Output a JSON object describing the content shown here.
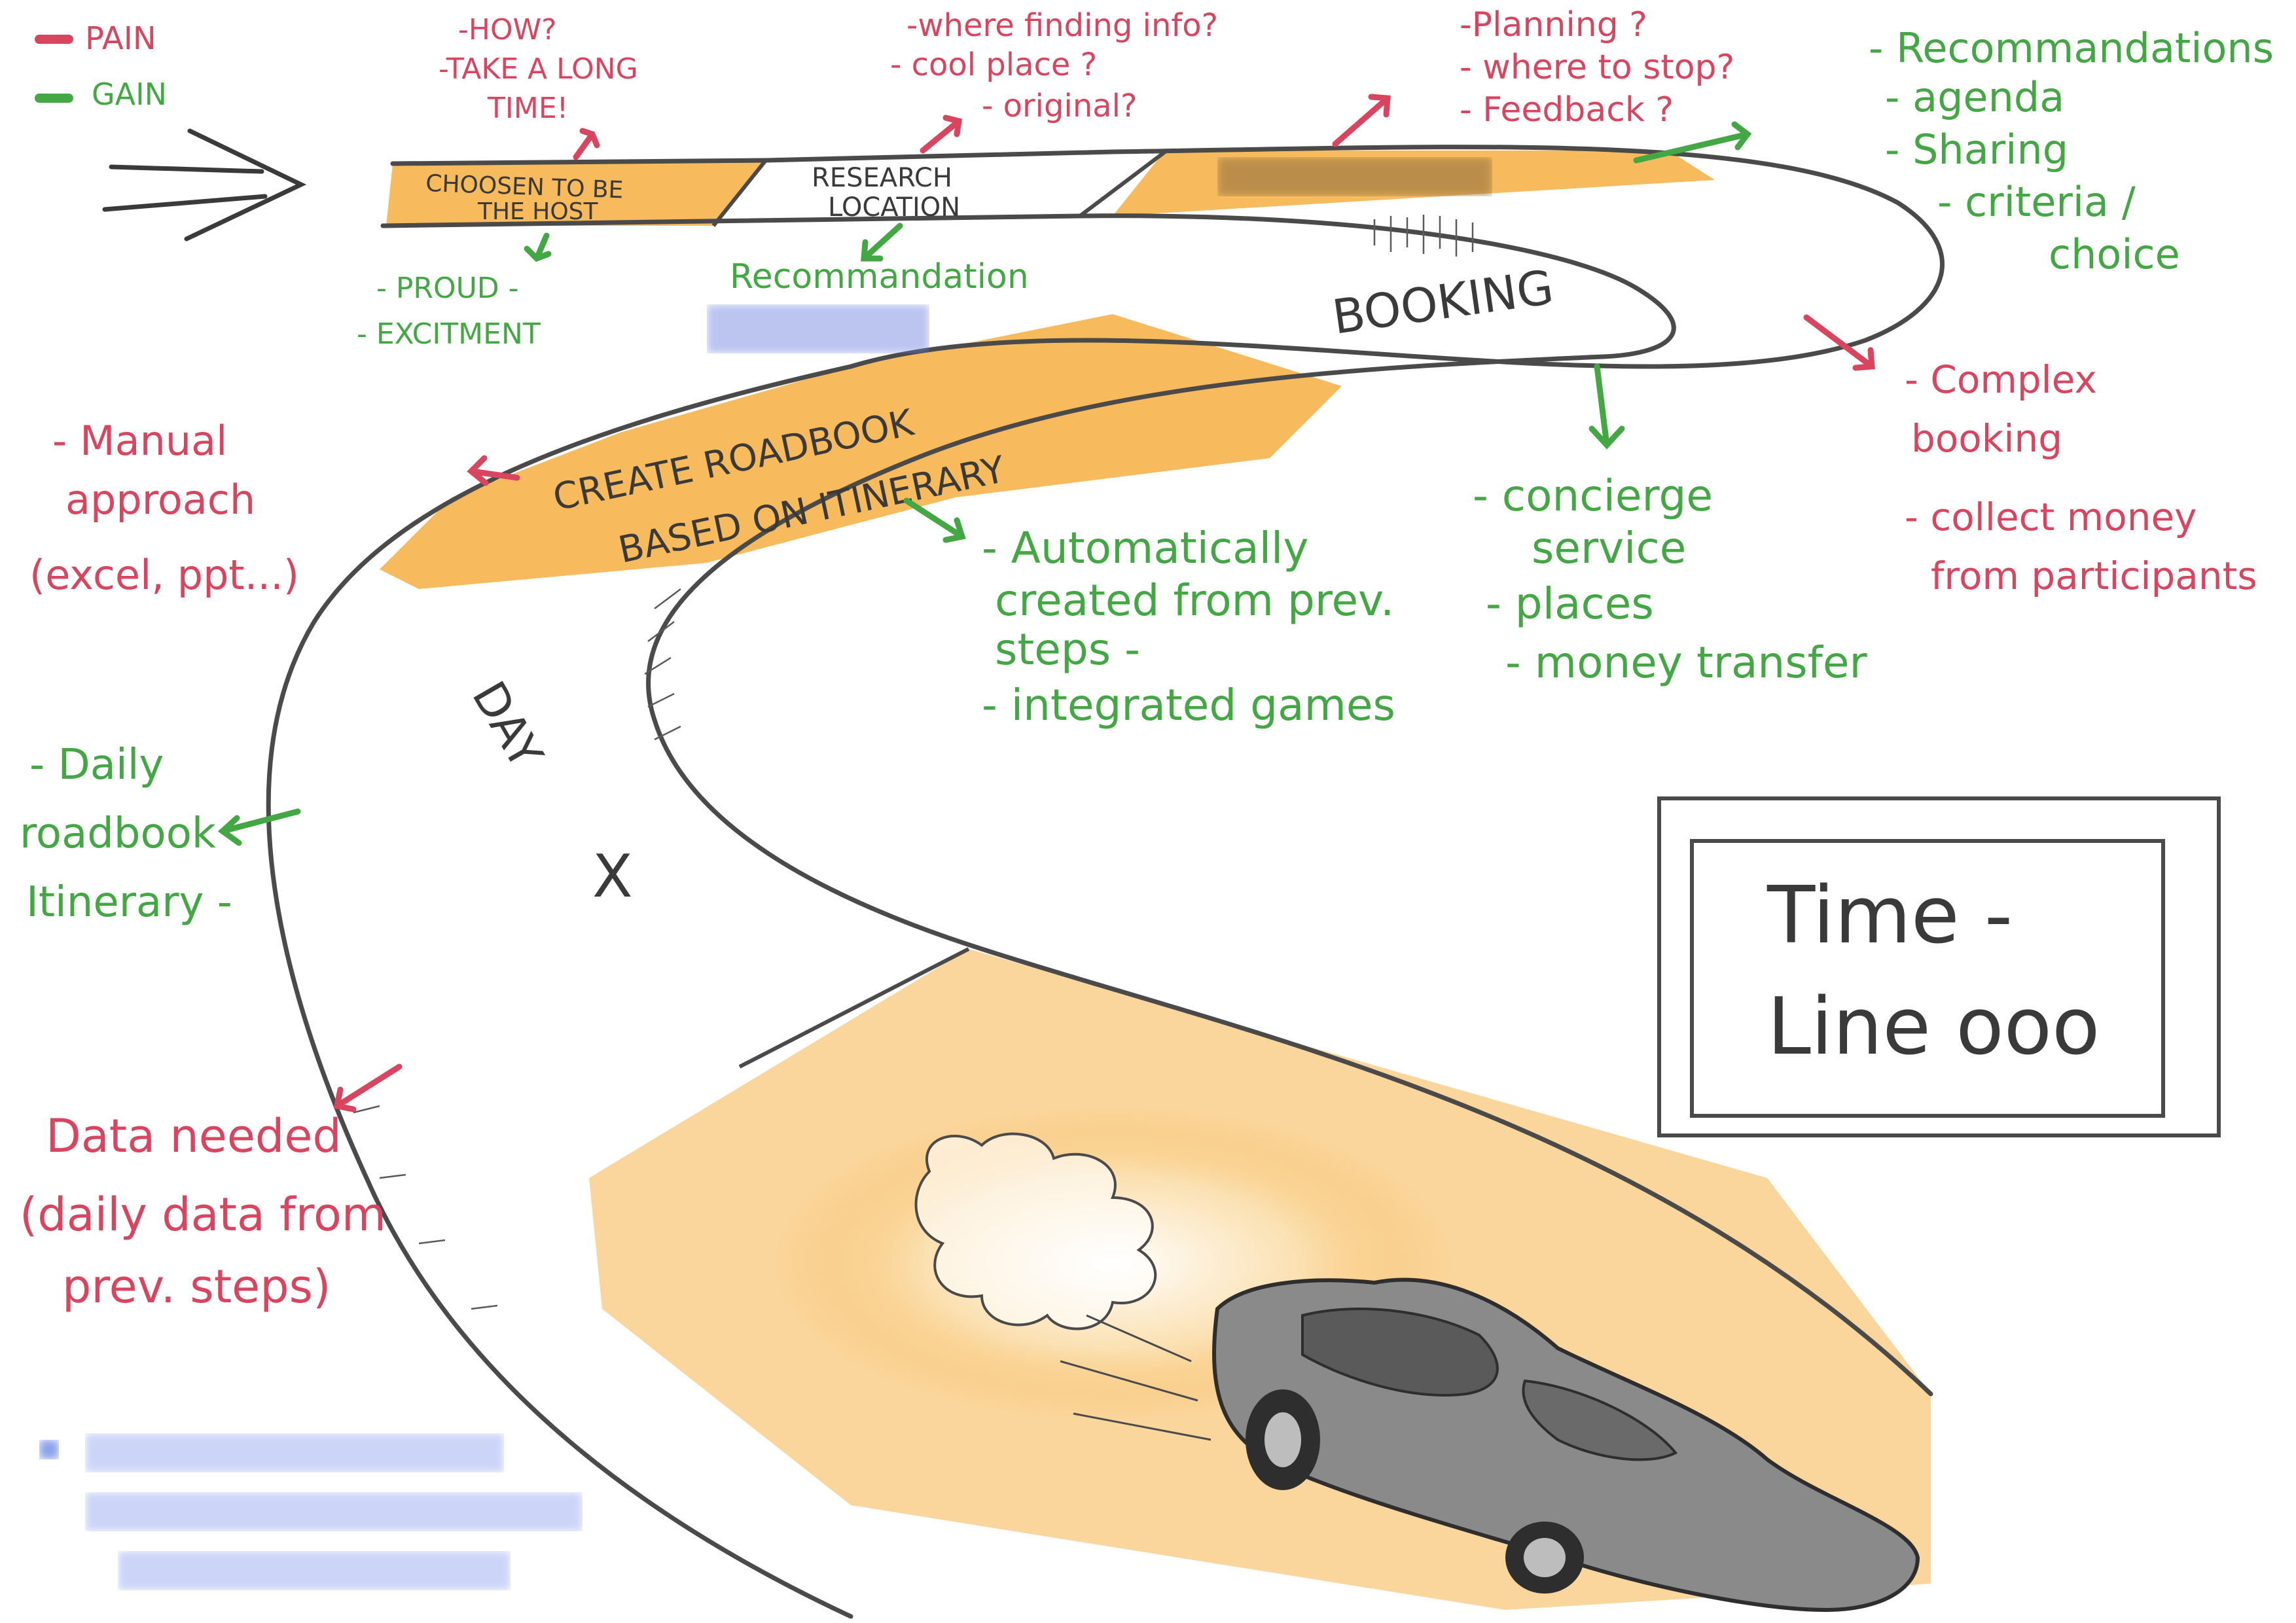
{
  "legend": {
    "pain_label": "PAIN",
    "gain_label": "GAIN",
    "pain_color": "#d9455f",
    "gain_color": "#43a843"
  },
  "stages": {
    "chosen": {
      "label_line1": "CHOOSEN TO BE",
      "label_line2": "THE HOST"
    },
    "research": {
      "label_line1": "RESEARCH",
      "label_line2": "LOCATION"
    },
    "booking": {
      "label": "BOOKING"
    },
    "roadbook": {
      "label_line1": "CREATE ROADBOOK",
      "label_line2": "BASED ON ITINERARY"
    },
    "day": {
      "label": "DAY",
      "suffix": "X"
    }
  },
  "pain_notes": {
    "chosen": [
      "-HOW?",
      "-TAKE A LONG",
      "TIME!"
    ],
    "research": [
      "-where finding info?",
      "- cool place ?",
      "- original?"
    ],
    "booking_top": [
      "-Planning ?",
      "- where to stop?",
      "- Feedback ?"
    ],
    "booking_right": [
      "- Complex",
      "booking",
      "- collect money",
      "from participants"
    ],
    "roadbook": [
      "- Manual",
      "approach",
      "(excel, ppt...)"
    ],
    "day": [
      "Data needed",
      "(daily data from",
      "prev. steps)"
    ]
  },
  "gain_notes": {
    "chosen": [
      "- PROUD -",
      "- EXCITMENT"
    ],
    "research": [
      "Recommandation"
    ],
    "booking_top": [
      "- Recommandations",
      "- agenda",
      "- Sharing",
      "- criteria /",
      "choice"
    ],
    "booking_mid": [
      "- concierge",
      "service",
      "- places",
      "- money transfer"
    ],
    "roadbook": [
      "- Automatically",
      "created from prev.",
      "steps -",
      "- integrated games"
    ],
    "day": [
      "- Daily",
      "roadbook",
      "Itinerary -"
    ]
  },
  "timeline_box": {
    "line1": "Time -",
    "line2": "Line ooo"
  },
  "icons": [
    "start-arrow-icon",
    "car-icon",
    "smoke-cloud-icon"
  ]
}
